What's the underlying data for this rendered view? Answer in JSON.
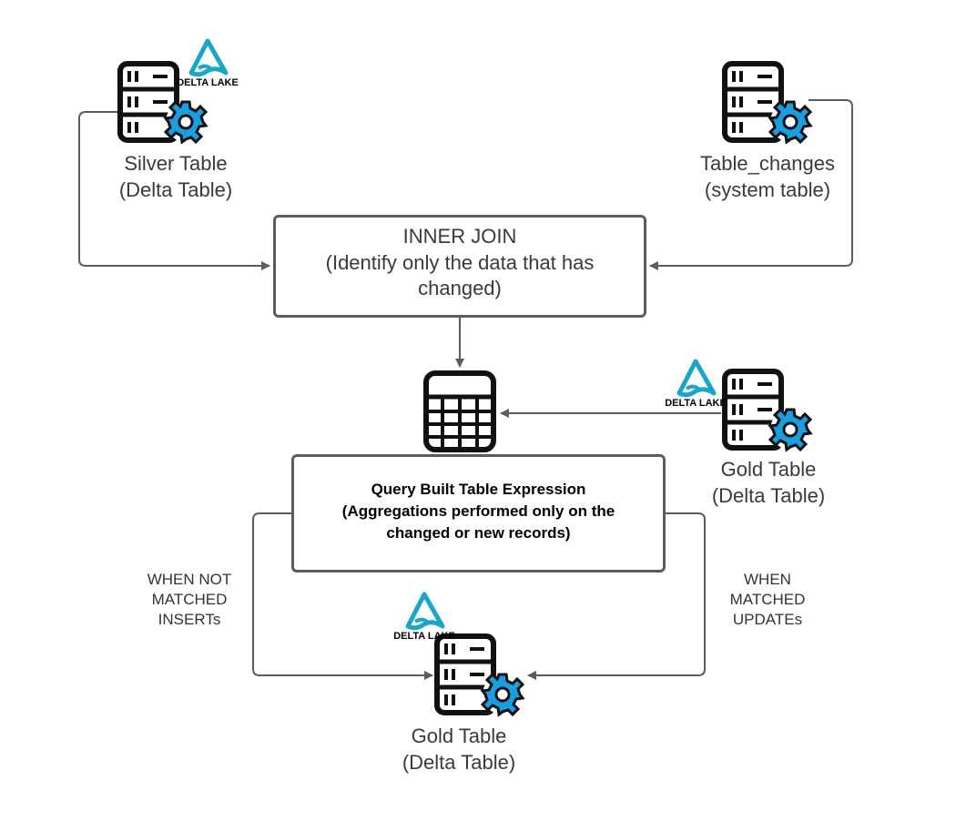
{
  "nodes": {
    "silver": {
      "line1": "Silver Table",
      "line2": "(Delta Table)"
    },
    "changes": {
      "line1": "Table_changes",
      "line2": "(system table)"
    },
    "inner_join": {
      "line1": "INNER JOIN",
      "line2": "(Identify only the data that has",
      "line3": "changed)"
    },
    "gold_source": {
      "line1": "Gold Table",
      "line2": "(Delta Table)"
    },
    "query": {
      "line1": "Query Built Table Expression",
      "line2": "(Aggregations performed only on the",
      "line3": "changed or new records)"
    },
    "gold_target": {
      "line1": "Gold Table",
      "line2": "(Delta Table)"
    }
  },
  "edges": {
    "not_matched": {
      "line1": "WHEN NOT",
      "line2": "MATCHED",
      "line3": "INSERTs"
    },
    "matched": {
      "line1": "WHEN",
      "line2": "MATCHED",
      "line3": "UPDATEs"
    }
  },
  "logos": {
    "delta_lake": "DELTA LAKE"
  },
  "icons": {
    "server": "server-gear-icon",
    "table": "table-grid-icon",
    "delta": "delta-lake-logo"
  },
  "colors": {
    "gear": "#1a9ee0",
    "delta": "#1aa6c9",
    "connector": "#5c5c5c"
  }
}
